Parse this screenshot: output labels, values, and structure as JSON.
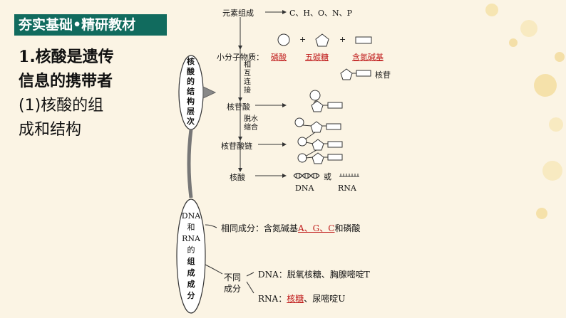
{
  "section_title": "夯实基础•精研教材",
  "heading": {
    "line1_num": "1",
    "line1_text": ".核酸是遗传",
    "line2": "信息的携带者",
    "line3": "(1)核酸的组",
    "line4": "成和结构"
  },
  "oval_top": {
    "chars": [
      "核",
      "酸",
      "的",
      "结",
      "构",
      "层",
      "次"
    ]
  },
  "oval_bottom": {
    "chars": [
      "DNA",
      "和",
      "RNA",
      "的",
      "组",
      "成",
      "成",
      "分"
    ]
  },
  "levels": {
    "elements_label": "元素组成",
    "elements_value": "C、H、O、N、P",
    "small_molecule_label": "小分子物质：",
    "small_molecule_items": [
      "磷酸",
      "五碳糖",
      "含氮碱基"
    ],
    "plus": "+",
    "nucleoside": "核苷",
    "link_label": [
      "相",
      "互",
      "连",
      "接"
    ],
    "nucleotide": "核苷酸",
    "dehydration_label": [
      "脱水",
      "缩合"
    ],
    "chain": "核苷酸链",
    "nucleic_acid": "核酸",
    "dna": "DNA",
    "or": "或",
    "rna": "RNA"
  },
  "composition": {
    "same_prefix": "相同成分：含氮碱基",
    "same_red": "A、G、C",
    "same_suffix": "和磷酸",
    "diff_label_1": "不同",
    "diff_label_2": "成分",
    "dna_prefix": "DNA：脱氧核糖、胸腺嘧啶T",
    "rna_prefix": "RNA：",
    "rna_red": "核糖",
    "rna_suffix": "、尿嘧啶U"
  },
  "colors": {
    "title_bg": "#116b5e",
    "red": "#c01c1c",
    "background": "#fbf4e4"
  }
}
